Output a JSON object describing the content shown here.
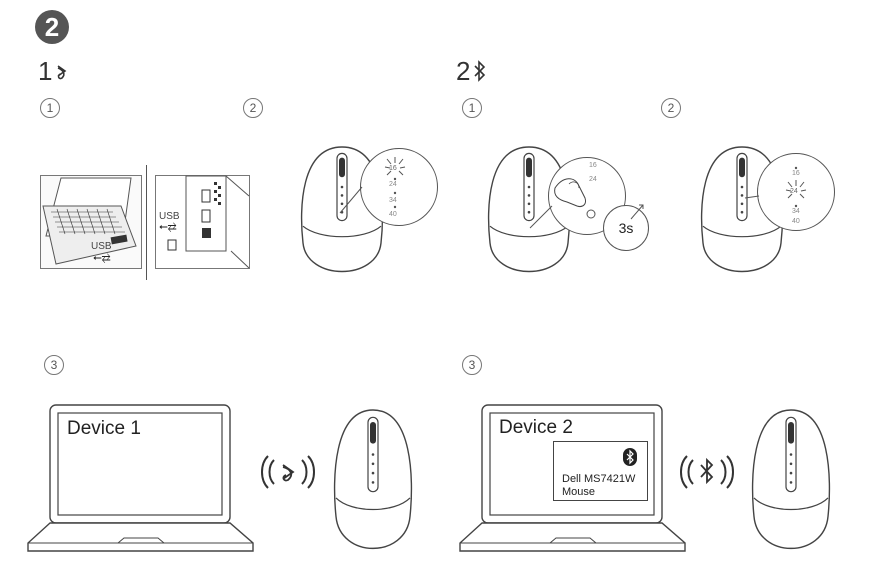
{
  "step": "2",
  "sections": {
    "rf": {
      "number": "1",
      "icon": "rf-wireless-icon"
    },
    "bt": {
      "number": "2",
      "icon": "bluetooth-icon"
    }
  },
  "substeps": {
    "a": "1",
    "b": "2",
    "c": "3"
  },
  "usb": {
    "label1": "USB",
    "label2": "USB"
  },
  "mouse_dpi": {
    "d1": "16",
    "d2": "24",
    "d3": "34",
    "d4": "40"
  },
  "timer": "3s",
  "laptop1": {
    "title": "Device 1"
  },
  "laptop2": {
    "title": "Device 2",
    "popup_line1": "Dell MS7421W",
    "popup_line2": "Mouse"
  }
}
